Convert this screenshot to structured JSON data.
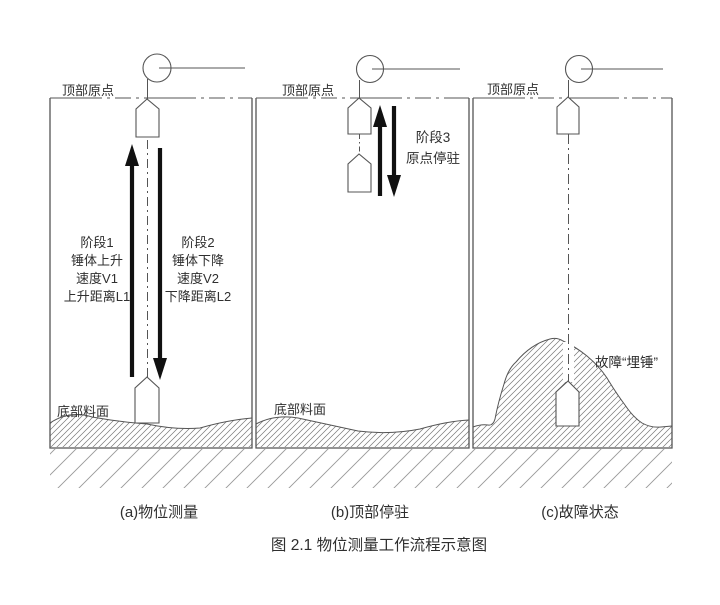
{
  "figure": {
    "title": "图 2.1  物位测量工作流程示意图",
    "colors": {
      "line": "#555555",
      "arrow": "#111111",
      "text": "#2f2f2f",
      "background": "#ffffff",
      "hatch_fine": "#777777",
      "hatch_coarse": "#999999"
    },
    "panels": [
      {
        "id": "a",
        "caption": "(a)物位测量",
        "top_origin_label": "顶部原点",
        "bottom_label": "底部料面",
        "stage1_lines": [
          "阶段1",
          "锤体上升",
          "速度V1",
          "上升距离L1"
        ],
        "stage2_lines": [
          "阶段2",
          "锤体下降",
          "速度V2",
          "下降距离L2"
        ]
      },
      {
        "id": "b",
        "caption": "(b)顶部停驻",
        "top_origin_label": "顶部原点",
        "bottom_label": "底部料面",
        "stage3_lines": [
          "阶段3",
          "原点停驻"
        ]
      },
      {
        "id": "c",
        "caption": "(c)故障状态",
        "top_origin_label": "顶部原点",
        "fault_label": "故障“埋锤”"
      }
    ]
  }
}
